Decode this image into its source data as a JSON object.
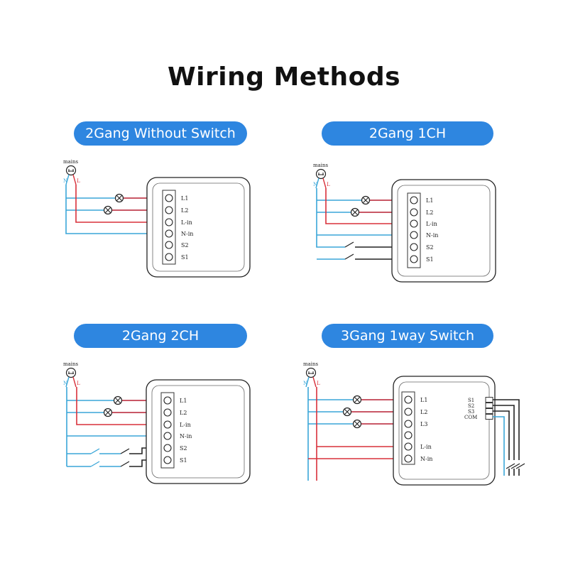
{
  "title": "Wiring Methods",
  "colors": {
    "pill": "#2e86e0",
    "neutral_wire": "#3aa6d8",
    "live_wire": "#d8303a",
    "switch_wire": "#222222"
  },
  "mains_label": "mains",
  "neutral_letter": "N",
  "live_letter": "L",
  "panels": [
    {
      "heading": "2Gang Without Switch",
      "terminals": [
        "L1",
        "L2",
        "L-in",
        "N-in",
        "S2",
        "S1"
      ]
    },
    {
      "heading": "2Gang 1CH",
      "terminals": [
        "L1",
        "L2",
        "L-in",
        "N-in",
        "S2",
        "S1"
      ]
    },
    {
      "heading": "2Gang 2CH",
      "terminals": [
        "L1",
        "L2",
        "L-in",
        "N-in",
        "S2",
        "S1"
      ]
    },
    {
      "heading": "3Gang 1way Switch",
      "terminals": [
        "L1",
        "L2",
        "L3",
        "L-in",
        "N-in"
      ],
      "side_terminals": [
        "S1",
        "S2",
        "S3",
        "COM"
      ]
    }
  ]
}
